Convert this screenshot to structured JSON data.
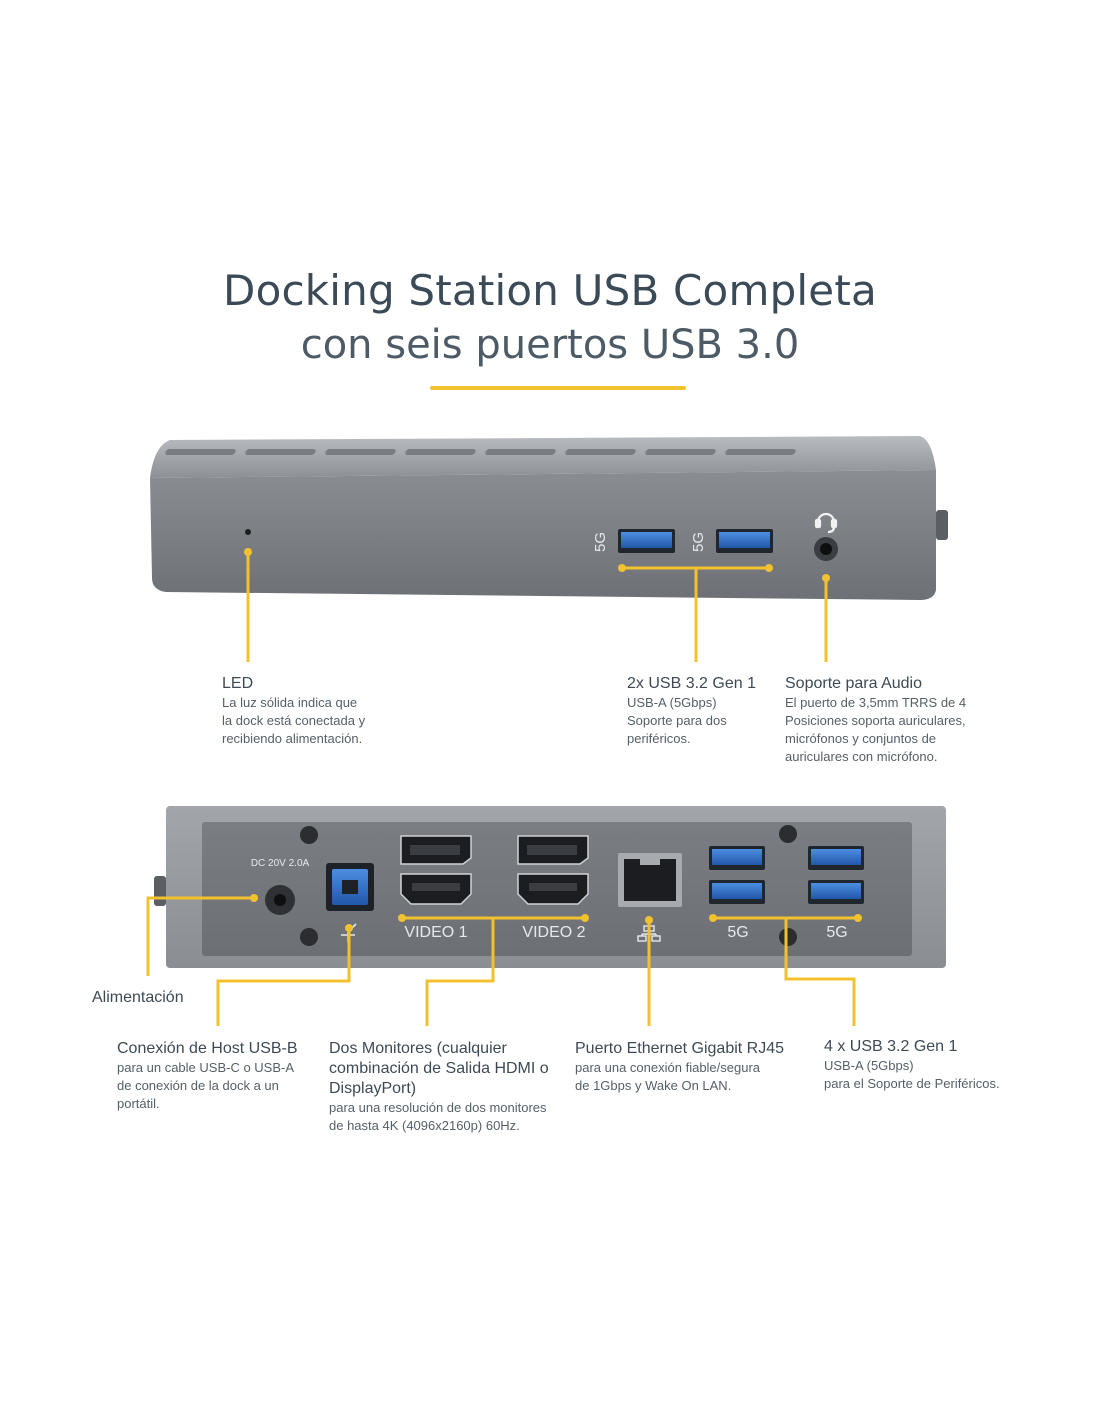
{
  "header": {
    "title_line1": "Docking Station USB Completa",
    "title_line2": "con seis puertos USB 3.0"
  },
  "front_panel": {
    "port_marks": {
      "usb_left": "5G",
      "usb_right": "5G"
    },
    "callouts": {
      "led": {
        "heading": "LED",
        "lines": [
          "La luz sólida indica que",
          "la dock está conectada y",
          "recibiendo alimentación."
        ]
      },
      "usb_front": {
        "heading": "2x USB 3.2 Gen 1",
        "lines": [
          "USB-A (5Gbps)",
          "Soporte para dos",
          "periféricos."
        ]
      },
      "audio": {
        "heading": "Soporte para Audio",
        "lines": [
          "El puerto de 3,5mm TRRS de 4",
          "Posiciones soporta auriculares,",
          "micrófonos y conjuntos de",
          "auriculares con micrófono."
        ]
      }
    }
  },
  "rear_panel": {
    "port_marks": {
      "dc_rating": "DC 20V 2.0A",
      "video1": "VIDEO 1",
      "video2": "VIDEO 2",
      "usb_a": "5G",
      "usb_b": "5G"
    },
    "callouts": {
      "power": {
        "heading": "Alimentación"
      },
      "usb_b_host": {
        "heading": "Conexión de Host USB-B",
        "lines": [
          "para un cable USB-C o USB-A",
          "de conexión de la dock a un",
          "portátil."
        ]
      },
      "monitors": {
        "heading_lines": [
          "Dos Monitores (cualquier",
          "combinación de Salida HDMI o",
          "DisplayPort)"
        ],
        "lines": [
          "para una resolución de dos monitores",
          "de hasta 4K (4096x2160p) 60Hz."
        ]
      },
      "ethernet": {
        "heading": "Puerto Ethernet Gigabit RJ45",
        "lines": [
          "para una conexión fiable/segura",
          "de 1Gbps y Wake On LAN."
        ]
      },
      "usb_rear": {
        "heading": "4 x USB 3.2 Gen 1",
        "lines": [
          "USB-A (5Gbps)",
          "para el Soporte de Periféricos."
        ]
      }
    }
  },
  "colors": {
    "accent": "#f2c12e",
    "usb_blue": "#2f6fc9",
    "body_gray": "#7b7f84",
    "title": "#3b4a57"
  },
  "icons": [
    "headset-icon",
    "usb-icon",
    "network-icon"
  ]
}
